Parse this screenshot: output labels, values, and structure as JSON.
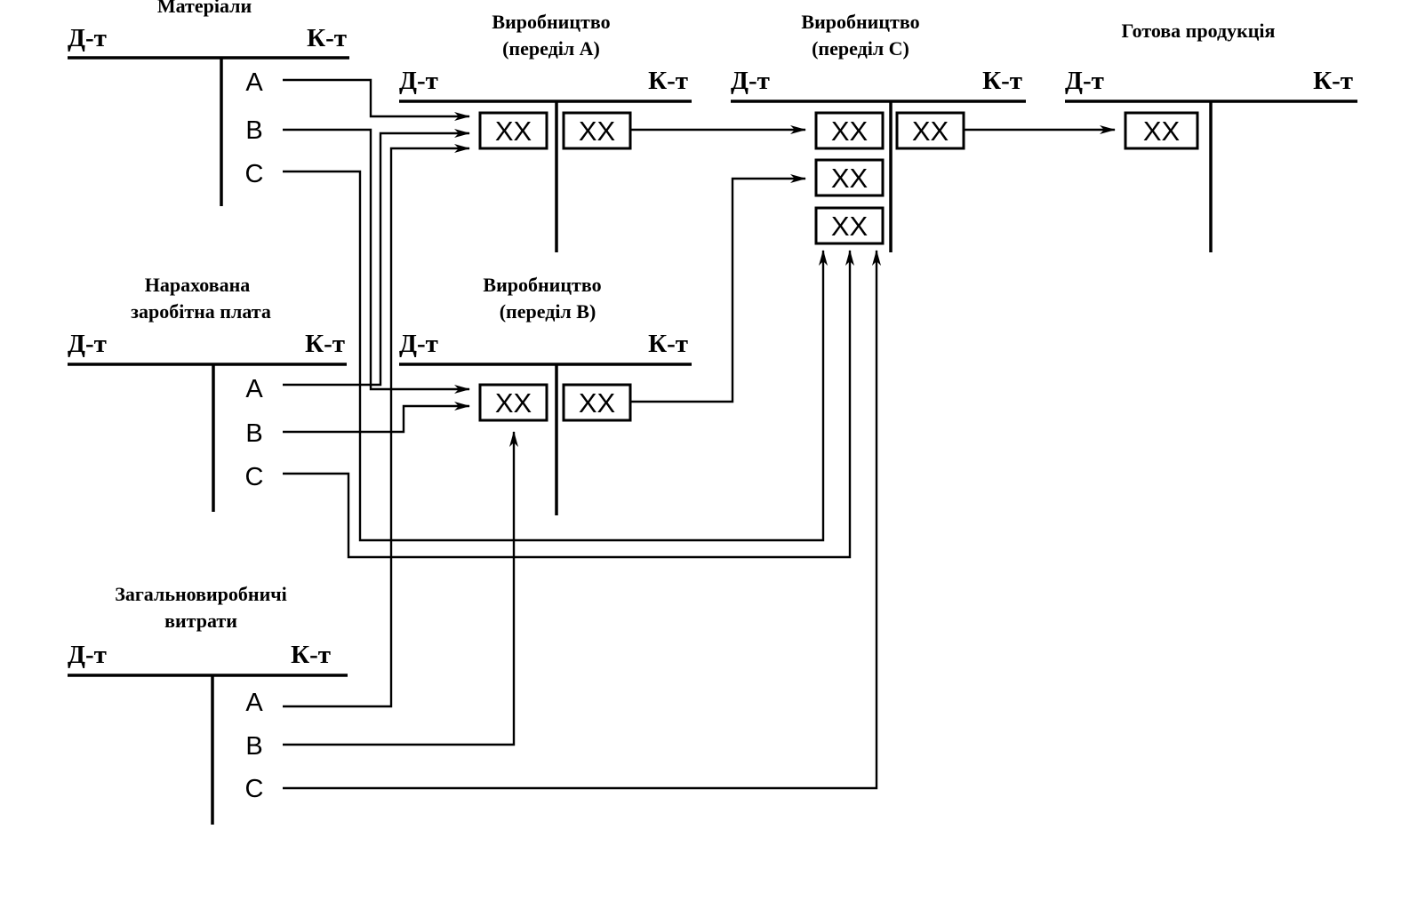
{
  "debit_label": "Д-т",
  "credit_label": "К-т",
  "box_label": "XX",
  "row_labels": [
    "A",
    "B",
    "C"
  ],
  "accounts": {
    "materials": {
      "title": [
        "Матеріали"
      ]
    },
    "wages": {
      "title": [
        "Нарахована",
        "заробітна плата"
      ]
    },
    "overhead": {
      "title": [
        "Загальновиробничі",
        "витрати"
      ]
    },
    "prod_a": {
      "title": [
        "Виробництво",
        "(переділ А)"
      ]
    },
    "prod_b": {
      "title": [
        "Виробництво",
        "(переділ В)"
      ]
    },
    "prod_c": {
      "title": [
        "Виробництво",
        "(переділ С)"
      ]
    },
    "finished": {
      "title": [
        "Готова продукція"
      ]
    }
  }
}
